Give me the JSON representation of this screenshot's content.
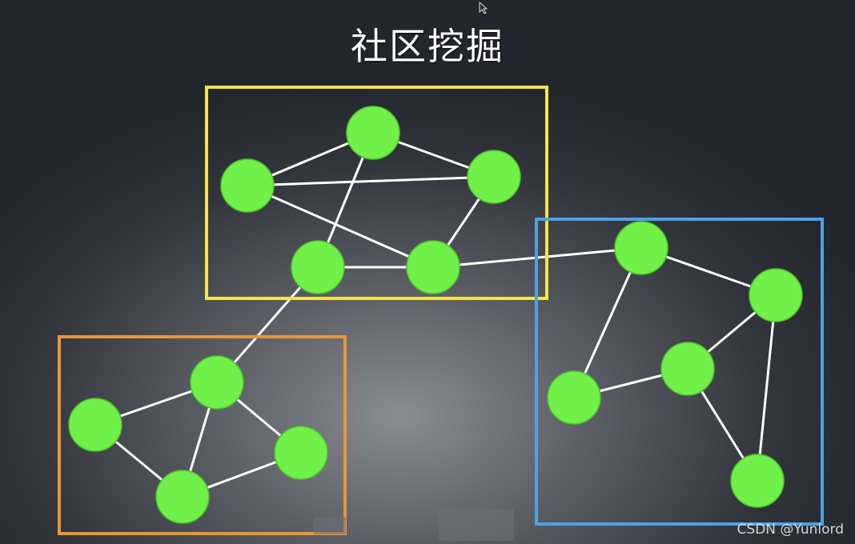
{
  "title": "社区挖掘",
  "watermark": "CSDN @Yunlord",
  "colors": {
    "node": "#72f04a",
    "node_stroke": "#4cc22a",
    "edge": "#ffffff",
    "community_top": "#f3e54b",
    "community_left": "#e8963a",
    "community_right": "#4aa3e6"
  },
  "communities": [
    {
      "id": "top",
      "color_key": "community_top",
      "nodes": [
        "t1",
        "t2",
        "t3",
        "t4",
        "t5"
      ]
    },
    {
      "id": "left",
      "color_key": "community_left",
      "nodes": [
        "l1",
        "l2",
        "l3",
        "l4"
      ]
    },
    {
      "id": "right",
      "color_key": "community_right",
      "nodes": [
        "r1",
        "r2",
        "r3",
        "r4",
        "r5"
      ]
    }
  ],
  "edges": [
    [
      "t1",
      "t2"
    ],
    [
      "t1",
      "t3"
    ],
    [
      "t1",
      "t4"
    ],
    [
      "t2",
      "t3"
    ],
    [
      "t2",
      "t5"
    ],
    [
      "t3",
      "t5"
    ],
    [
      "t4",
      "t5"
    ],
    [
      "t5",
      "r1"
    ],
    [
      "t4",
      "l1"
    ],
    [
      "l1",
      "l2"
    ],
    [
      "l1",
      "l3"
    ],
    [
      "l1",
      "l4"
    ],
    [
      "l2",
      "l3"
    ],
    [
      "l3",
      "l4"
    ],
    [
      "r1",
      "r2"
    ],
    [
      "r1",
      "r4"
    ],
    [
      "r2",
      "r3"
    ],
    [
      "r2",
      "r5"
    ],
    [
      "r3",
      "r4"
    ],
    [
      "r3",
      "r5"
    ]
  ]
}
